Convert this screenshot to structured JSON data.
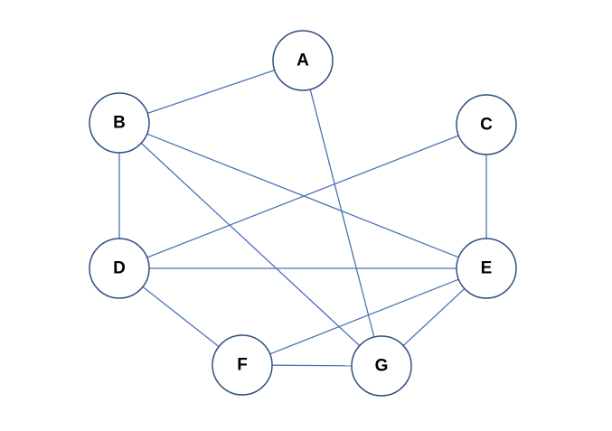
{
  "graph": {
    "nodes": [
      {
        "id": "A",
        "label": "A"
      },
      {
        "id": "B",
        "label": "B"
      },
      {
        "id": "C",
        "label": "C"
      },
      {
        "id": "D",
        "label": "D"
      },
      {
        "id": "E",
        "label": "E"
      },
      {
        "id": "F",
        "label": "F"
      },
      {
        "id": "G",
        "label": "G"
      }
    ],
    "edges": [
      {
        "from": "A",
        "to": "B"
      },
      {
        "from": "A",
        "to": "G"
      },
      {
        "from": "B",
        "to": "D"
      },
      {
        "from": "B",
        "to": "E"
      },
      {
        "from": "B",
        "to": "G"
      },
      {
        "from": "C",
        "to": "D"
      },
      {
        "from": "C",
        "to": "E"
      },
      {
        "from": "D",
        "to": "E"
      },
      {
        "from": "D",
        "to": "F"
      },
      {
        "from": "E",
        "to": "F"
      },
      {
        "from": "E",
        "to": "G"
      },
      {
        "from": "F",
        "to": "G"
      }
    ]
  },
  "colors": {
    "edge": "#4a74b8",
    "node_stroke": "#2f4f7f",
    "node_fill": "#ffffff"
  }
}
